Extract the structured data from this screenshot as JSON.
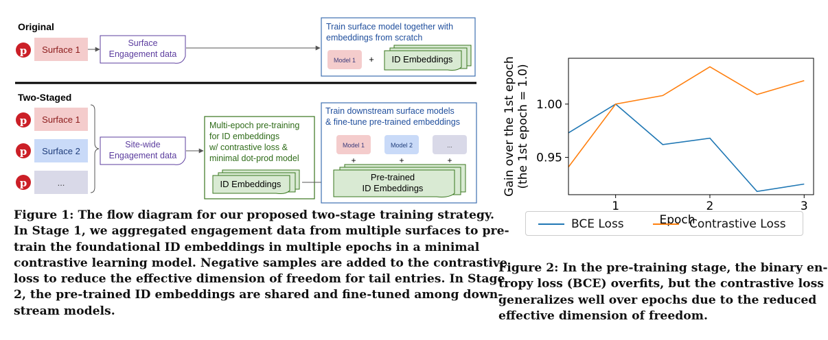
{
  "figure1": {
    "original": {
      "title": "Original",
      "surface": "Surface 1",
      "data_note": [
        "Surface",
        "Engagement data"
      ],
      "box_title": [
        "Train surface model together with",
        "embeddings from scratch"
      ],
      "model": "Model 1",
      "plus": "+",
      "embeddings": "ID Embeddings"
    },
    "two_staged": {
      "title": "Two-Staged",
      "surfaces": [
        "Surface 1",
        "Surface 2",
        "..."
      ],
      "data_note": [
        "Site-wide",
        "Engagement data"
      ],
      "pretrain_title": [
        "Multi-epoch pre-training",
        "for ID embeddings",
        "w/ contrastive loss &",
        "minimal dot-prod model"
      ],
      "pretrain_embeddings": "ID Embeddings",
      "downstream_title": [
        "Train downstream surface models",
        "& fine-tune pre-trained embeddings"
      ],
      "models": [
        "Model 1",
        "Model 2",
        "..."
      ],
      "plus": "+",
      "pretrained_embeddings": [
        "Pre-trained",
        "ID Embeddings"
      ]
    },
    "caption_lines": [
      "Figure 1: The flow diagram for our proposed two-stage training strategy.",
      "In Stage 1, we aggregated engagement data from multiple surfaces to pre-",
      "train the foundational ID embeddings in multiple epochs in a minimal",
      "contrastive learning model. Negative samples are added to the contrastive",
      "loss to reduce the effective dimension of freedom for tail entries. In Stage",
      "2, the pre-trained ID embeddings are shared and fine-tuned among down-",
      "stream models."
    ],
    "colors": {
      "pinterest_red": "#cb1f27",
      "surface_red": "#f4cccc",
      "surface_blue": "#c9daf8",
      "surface_gray": "#d9d9e8",
      "green_fill": "#d9ead3",
      "green_border": "#38761d",
      "blue_border": "#3d6fb0",
      "purple": "#5b3c9e"
    }
  },
  "chart_data": {
    "type": "line",
    "xlabel": "Epoch",
    "ylabel": [
      "Gain over the 1st epoch",
      "(the 1st epoch = 1.0)"
    ],
    "xlim": [
      0.5,
      3.1
    ],
    "ylim": [
      0.915,
      1.043
    ],
    "xticks": [
      1,
      2,
      3
    ],
    "yticks": [
      0.95,
      1.0
    ],
    "ytick_labels": [
      "0.95",
      "1.00"
    ],
    "grid": false,
    "legend_position": "bottom",
    "series": [
      {
        "name": "BCE Loss",
        "color": "#1f77b4",
        "x": [
          0.5,
          1,
          1.5,
          2,
          2.5,
          3
        ],
        "y": [
          0.973,
          1.0,
          0.962,
          0.968,
          0.918,
          0.925
        ]
      },
      {
        "name": "Contrastive Loss",
        "color": "#ff7f0e",
        "x": [
          0.5,
          1,
          1.5,
          2,
          2.5,
          3
        ],
        "y": [
          0.941,
          1.0,
          1.008,
          1.035,
          1.009,
          1.022
        ]
      }
    ]
  },
  "figure2": {
    "caption_lines": [
      "Figure 2: In the pre-training stage, the binary en-",
      "tropy loss (BCE) overfits, but the contrastive loss",
      "generalizes well over epochs due to the reduced",
      "effective dimension of freedom."
    ]
  }
}
